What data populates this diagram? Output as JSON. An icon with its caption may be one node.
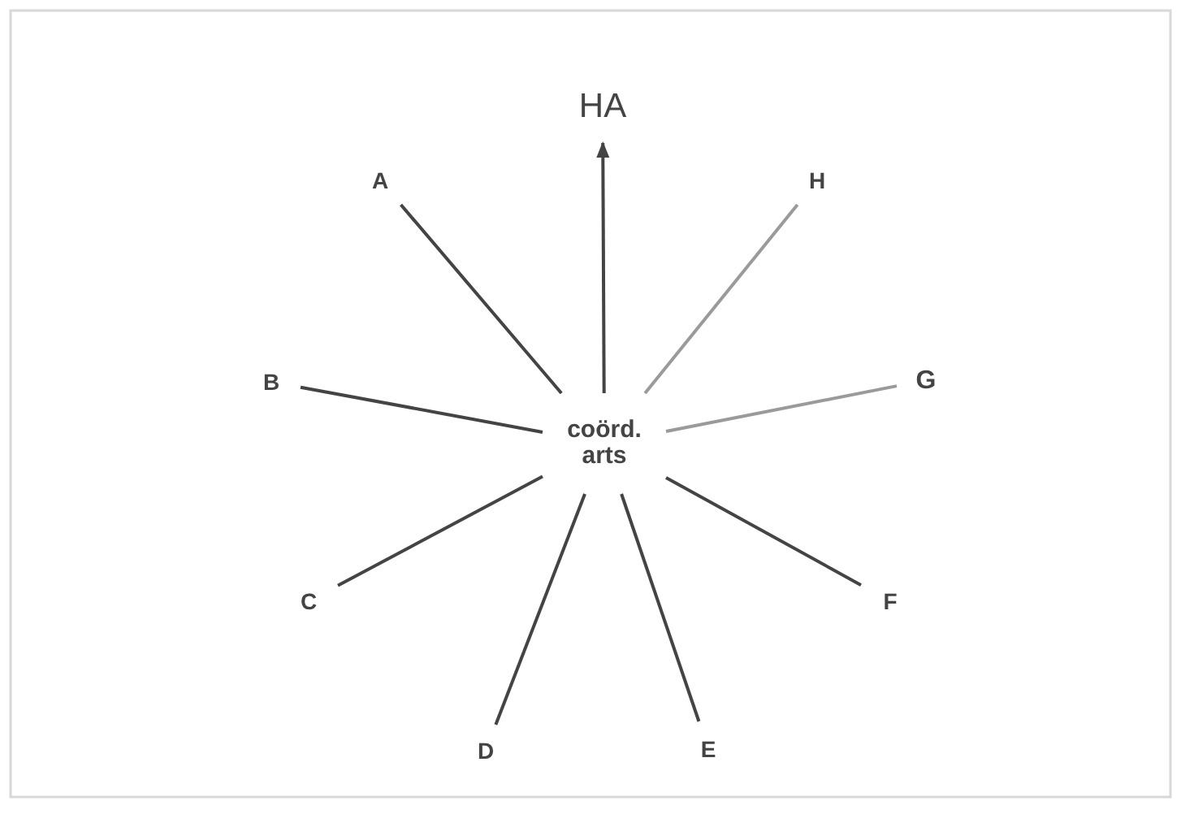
{
  "diagram": {
    "nodes": [
      {
        "text": [
          "HA"
        ]
      },
      {
        "text": [
          "A"
        ]
      },
      {
        "text": [
          "H"
        ]
      },
      {
        "text": [
          "B"
        ]
      },
      {
        "text": [
          "coörd. arts"
        ]
      },
      {
        "text": [
          "G"
        ]
      },
      {
        "text": [
          "C"
        ]
      },
      {
        "text": [
          "F"
        ]
      },
      {
        "text": [
          "D"
        ]
      },
      {
        "text": [
          "E"
        ]
      }
    ],
    "edges": [
      {
        "from": 4,
        "to": 0,
        "arrow": "to"
      },
      {
        "from": 4,
        "to": 1,
        "arrow": "none"
      },
      {
        "from": 4,
        "to": 2,
        "arrow": "none",
        "color": "#9a9a9a"
      },
      {
        "from": 4,
        "to": 3,
        "arrow": "none"
      },
      {
        "from": 4,
        "to": 5,
        "arrow": "none",
        "color": "#9a9a9a"
      },
      {
        "from": 4,
        "to": 6,
        "arrow": "none"
      },
      {
        "from": 4,
        "to": 7,
        "arrow": "none"
      },
      {
        "from": 4,
        "to": 8,
        "arrow": "none"
      },
      {
        "from": 4,
        "to": 9,
        "arrow": "none"
      }
    ]
  }
}
